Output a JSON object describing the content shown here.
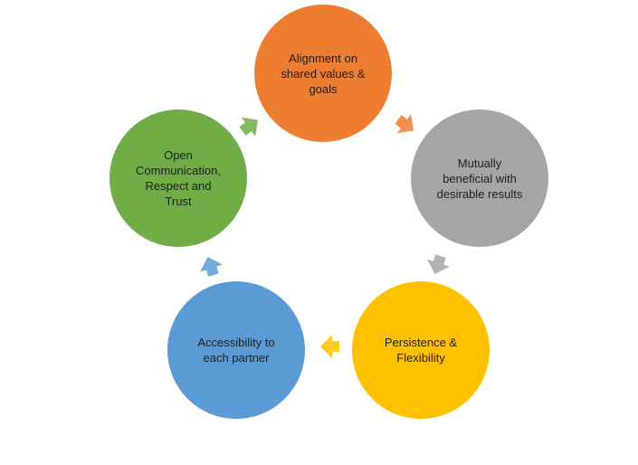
{
  "cycle": {
    "nodes": [
      {
        "label": "Alignment on\nshared values &\ngoals",
        "color": "#ED7D31"
      },
      {
        "label": "Mutually\nbeneficial with\ndesirable results",
        "color": "#A5A5A5"
      },
      {
        "label": "Persistence &\nFlexibility",
        "color": "#FFC000"
      },
      {
        "label": "Accessibility to\neach partner",
        "color": "#5B9BD5"
      },
      {
        "label": "Open\nCommunication,\nRespect and\nTrust",
        "color": "#70AD47"
      }
    ],
    "arrow_colors": [
      "#ED7D31",
      "#A5A5A5",
      "#FFC000",
      "#5B9BD5",
      "#70AD47"
    ]
  }
}
